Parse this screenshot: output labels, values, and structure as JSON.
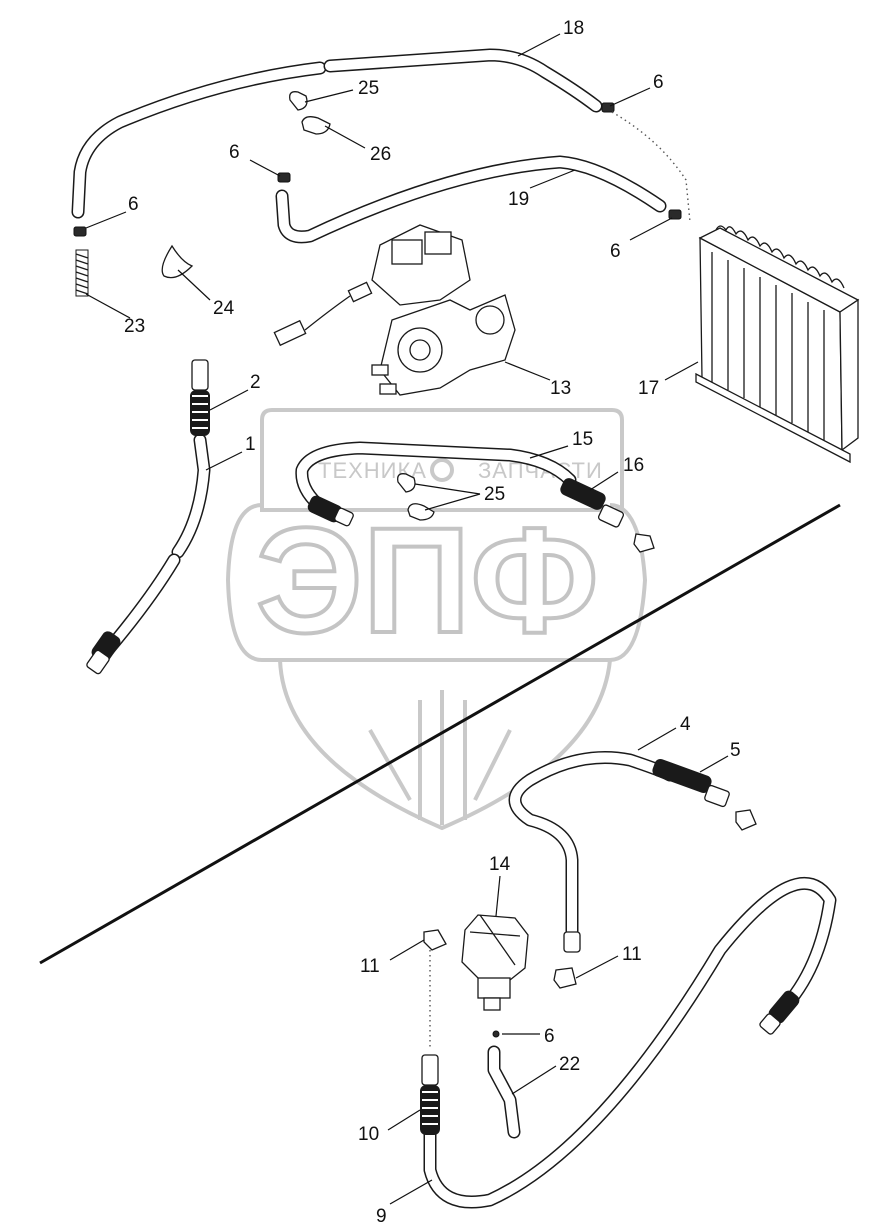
{
  "watermark": {
    "top_text_left": "ТЕХНИКА",
    "top_text_right": "ЗАПЧАСТИ",
    "big_text": "ЭПФ"
  },
  "callouts": {
    "c1": "1",
    "c2": "2",
    "c4": "4",
    "c5": "5",
    "c6a": "6",
    "c6b": "6",
    "c6c": "6",
    "c6d": "6",
    "c6e": "6",
    "c9": "9",
    "c10": "10",
    "c11a": "11",
    "c11b": "11",
    "c13": "13",
    "c14": "14",
    "c15": "15",
    "c16": "16",
    "c17": "17",
    "c18": "18",
    "c19": "19",
    "c22": "22",
    "c23": "23",
    "c24": "24",
    "c25a": "25",
    "c25b": "25",
    "c26": "26"
  },
  "colors": {
    "line": "#1a1a1a",
    "watermark": "#c9c9c9",
    "background": "#ffffff"
  }
}
